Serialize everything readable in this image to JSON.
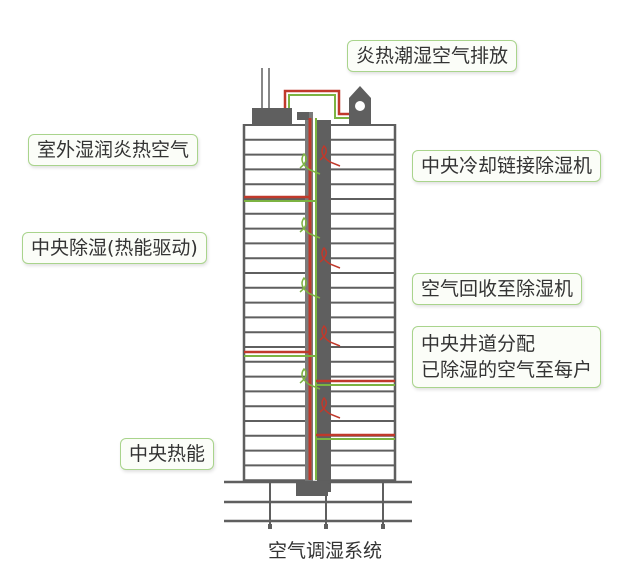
{
  "labels": {
    "exhaust": "炎热潮湿空气排放",
    "outdoor_air": "室外湿润炎热空气",
    "central_cooling": "中央冷却链接除湿机",
    "central_dehumid": "中央除湿(热能驱动)",
    "air_recovery": "空气回收至除湿机",
    "distribution_line1": "中央井道分配",
    "distribution_line2": "已除湿的空气至每户",
    "central_heat": "中央热能"
  },
  "caption": "空气调湿系统",
  "colors": {
    "structure": "#5f5f5f",
    "hot_pipe": "#c0392b",
    "dry_pipe": "#7cb342",
    "label_border": "#a9d48c"
  }
}
